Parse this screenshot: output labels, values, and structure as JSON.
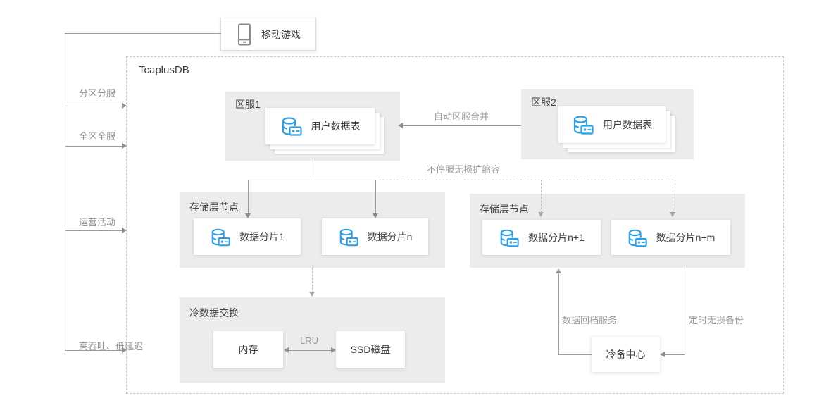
{
  "tcaplus": {
    "label": "TcaplusDB"
  },
  "client": {
    "label": "移动游戏",
    "icon": "mobile-phone-icon"
  },
  "rail": {
    "items": [
      {
        "label": "分区分服"
      },
      {
        "label": "全区全服"
      },
      {
        "label": "运营活动"
      },
      {
        "label": "高吞吐、低延迟"
      }
    ]
  },
  "zones": [
    {
      "title": "区服1",
      "card_label": "用户数据表",
      "icon": "database-icon"
    },
    {
      "title": "区服2",
      "card_label": "用户数据表",
      "icon": "database-icon"
    }
  ],
  "storage_left": {
    "title": "存储层节点",
    "shards": [
      {
        "label": "数据分片1"
      },
      {
        "label": "数据分片n"
      }
    ]
  },
  "storage_right": {
    "title": "存储层节点",
    "shards": [
      {
        "label": "数据分片n+1"
      },
      {
        "label": "数据分片n+m"
      }
    ]
  },
  "cold_swap": {
    "title": "冷数据交换",
    "memory_label": "内存",
    "ssd_label": "SSD磁盘",
    "lru_label": "LRU"
  },
  "cold_backup": {
    "label": "冷备中心"
  },
  "edge_labels": {
    "merge": "自动区服合并",
    "scaling": "不停服无损扩缩容",
    "restore": "数据回档服务",
    "backup": "定时无损备份"
  },
  "colors": {
    "accent_blue": "#2b9fe4",
    "panel_gray": "#ececec",
    "line_gray": "#9b9b9b",
    "dashed_gray": "#bdbdbd",
    "text_dark": "#404040",
    "text_muted": "#9a9a9a"
  }
}
